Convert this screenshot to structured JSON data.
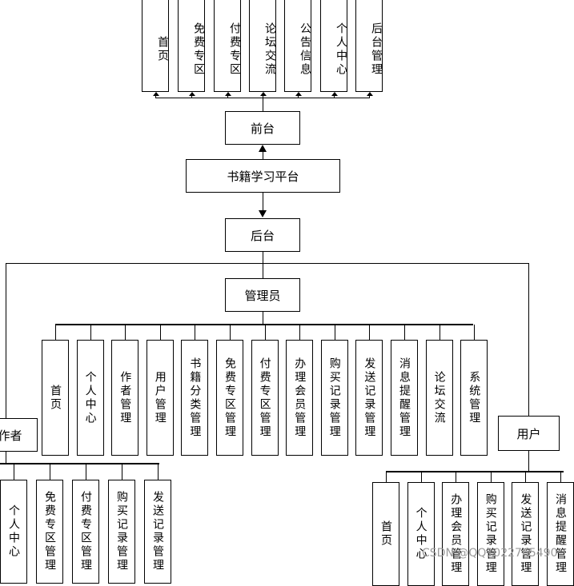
{
  "root": "书籍学习平台",
  "frontend": {
    "label": "前台",
    "items": [
      "首页",
      "免费专区",
      "付费专区",
      "论坛交流",
      "公告信息",
      "个人中心",
      "后台管理"
    ]
  },
  "backend": {
    "label": "后台",
    "admin": {
      "label": "管理员",
      "items": [
        "首页",
        "个人中心",
        "作者管理",
        "用户管理",
        "书籍分类管理",
        "免费专区管理",
        "付费专区管理",
        "办理会员管理",
        "购买记录管理",
        "发送记录管理",
        "消息提醒管理",
        "论坛交流",
        "系统管理"
      ]
    },
    "author": {
      "label": "作者",
      "items": [
        "个人中心",
        "免费专区管理",
        "付费专区管理",
        "购买记录管理",
        "发送记录管理"
      ]
    },
    "user": {
      "label": "用户",
      "items": [
        "首页",
        "个人中心",
        "办理会员管理",
        "购买记录管理",
        "发送记录管理",
        "消息提醒管理"
      ]
    }
  },
  "watermark": "CSDN @QQ1022765490"
}
